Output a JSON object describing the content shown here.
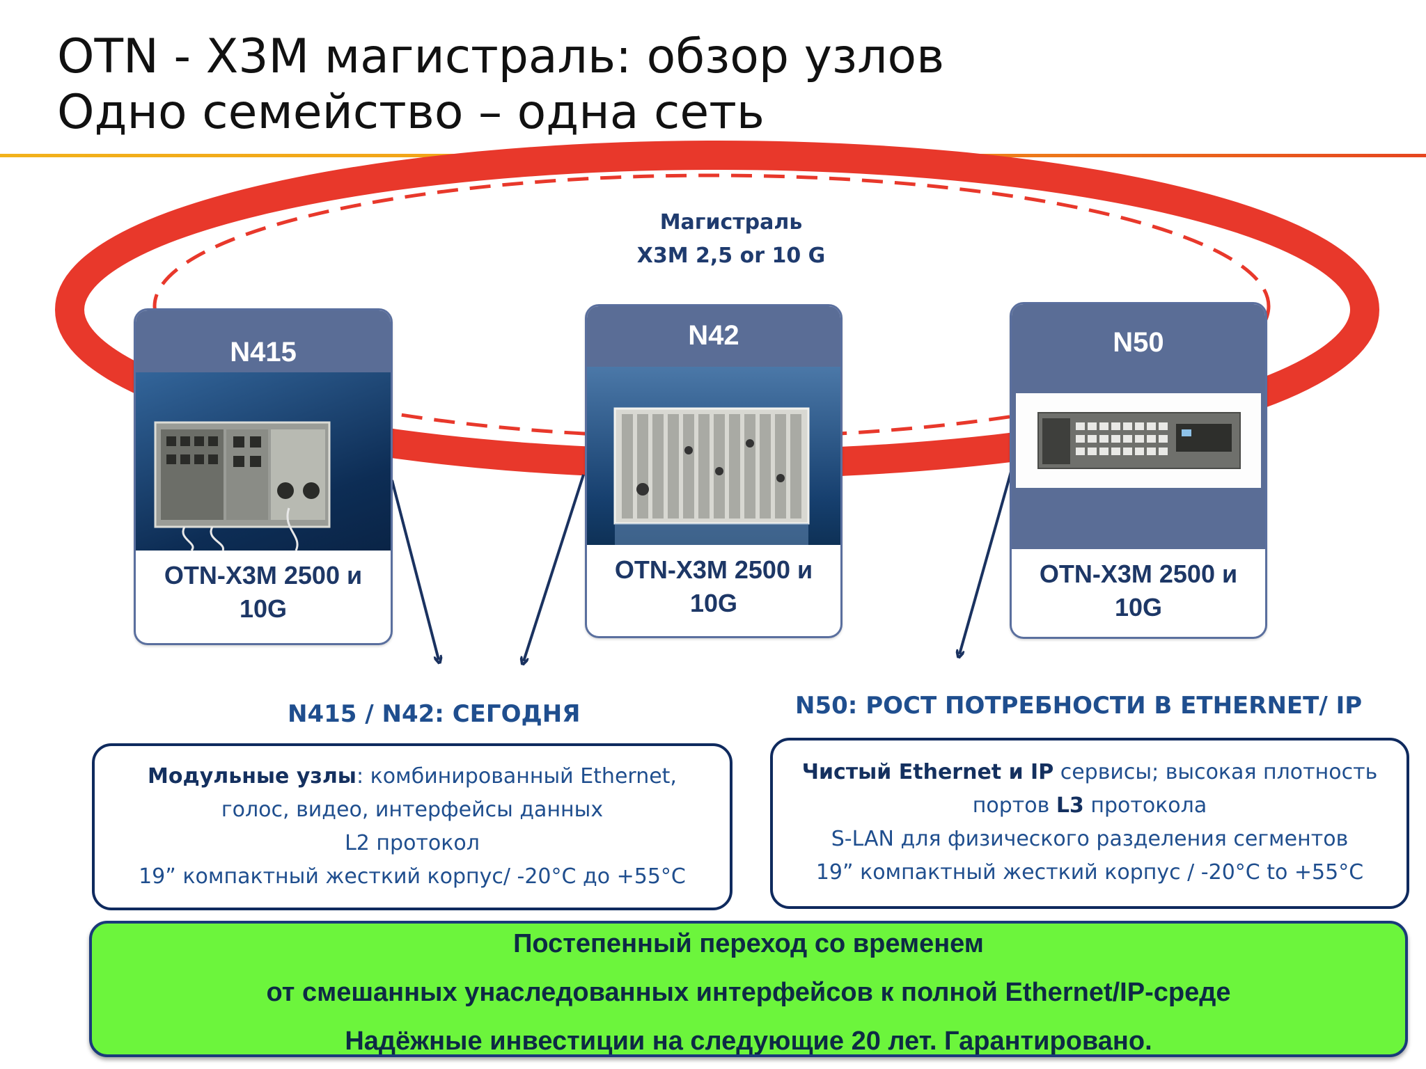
{
  "title": {
    "line1": "OTN - X3M магистраль: обзор узлов",
    "line2": "Одно семейство – одна сеть"
  },
  "ring": {
    "label_line1": "Магистраль",
    "label_line2": "X3M 2,5 or 10 G"
  },
  "nodes": [
    {
      "name": "N415",
      "caption_line1": "OTN-X3M 2500 и",
      "caption_line2": "10G"
    },
    {
      "name": "N42",
      "caption_line1": "OTN-X3M 2500 и",
      "caption_line2": "10G"
    },
    {
      "name": "N50",
      "caption_line1": "OTN-X3M 2500 и",
      "caption_line2": "10G"
    }
  ],
  "left_section": {
    "heading": "N415 / N42: СЕГОДНЯ",
    "line1_bold": "Модульные узлы",
    "line1_rest": ": комбинированный Ethernet,",
    "line2": "голос, видео, интерфейсы данных",
    "line3": "L2 протокол",
    "line4": "19” компактный жесткий корпус/ -20°C до +55°C"
  },
  "right_section": {
    "heading": "N50: РОСТ ПОТРЕБНОСТИ В ETHERNET/ IP",
    "line1_bold": "Чистый Ethernet и IP",
    "line1_rest": " сервисы; высокая плотность",
    "line2_pre": "портов ",
    "line2_bold": "L3",
    "line2_post": " протокола",
    "line3": "S-LAN для физического  разделения  сегментов",
    "line4": "19” компактный жесткий корпус / -20°C to +55°C"
  },
  "banner": {
    "line1": "Постепенный переход со временем",
    "line2": "от смешанных унаследованных интерфейсов к полной Ethernet/IP-среде",
    "line3": "Надёжные инвестиции на следующие 20 лет. Гарантировано."
  },
  "colors": {
    "ring": "#e8382b",
    "node_header": "#5a6d96",
    "heading_text": "#1f4e8e",
    "banner": "#6cf53c",
    "box_border": "#0f2a5e"
  }
}
